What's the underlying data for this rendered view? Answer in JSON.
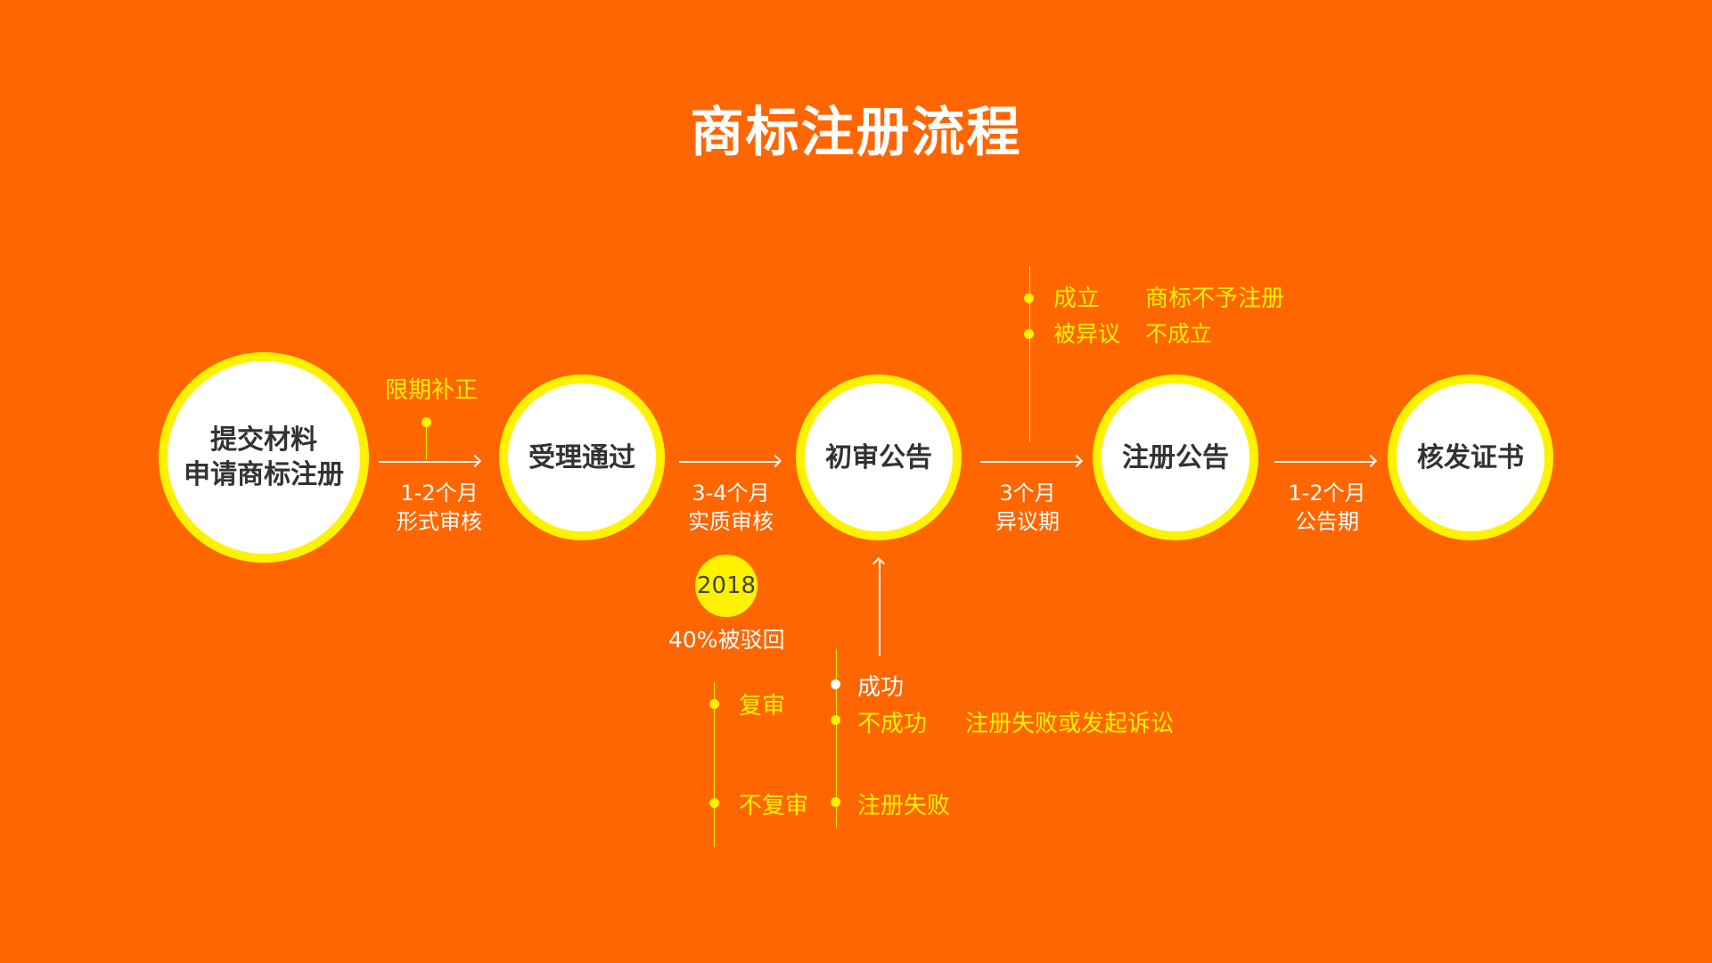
{
  "title": "商标注册流程",
  "colors": {
    "background": "#FF6600",
    "accent": "#FFF200",
    "node_fill": "#FFFFFF",
    "node_text": "#333333"
  },
  "nodes": [
    {
      "label": "提交材料\n申请商标注册"
    },
    {
      "label": "受理通过"
    },
    {
      "label": "初审公告"
    },
    {
      "label": "注册公告"
    },
    {
      "label": "核发证书"
    }
  ],
  "stages": [
    {
      "label": "1-2个月\n形式审核"
    },
    {
      "label": "3-4个月\n实质审核"
    },
    {
      "label": "3个月\n异议期"
    },
    {
      "label": "1-2个月\n公告期"
    }
  ],
  "supplement": "限期补正",
  "rejection": {
    "year": "2018",
    "rate": "40%被驳回"
  },
  "opposition": {
    "rows": [
      {
        "label": "成立",
        "result": "商标不予注册"
      },
      {
        "label": "被异议",
        "result": "不成立"
      }
    ]
  },
  "review": {
    "options": [
      "复审",
      "不复审"
    ],
    "success": "成功",
    "failure": "不成功",
    "failure_result": "注册失败或发起诉讼",
    "no_review_result": "注册失败"
  }
}
